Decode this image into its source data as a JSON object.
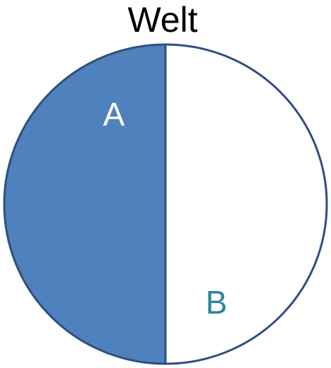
{
  "title": "Welt",
  "regions": [
    {
      "label": "A",
      "fill": "#4f81bd",
      "label_color": "#ffffff"
    },
    {
      "label": "B",
      "fill": "#ffffff",
      "label_color": "#31859c"
    }
  ],
  "colors": {
    "outline": "#2f4f7f"
  }
}
